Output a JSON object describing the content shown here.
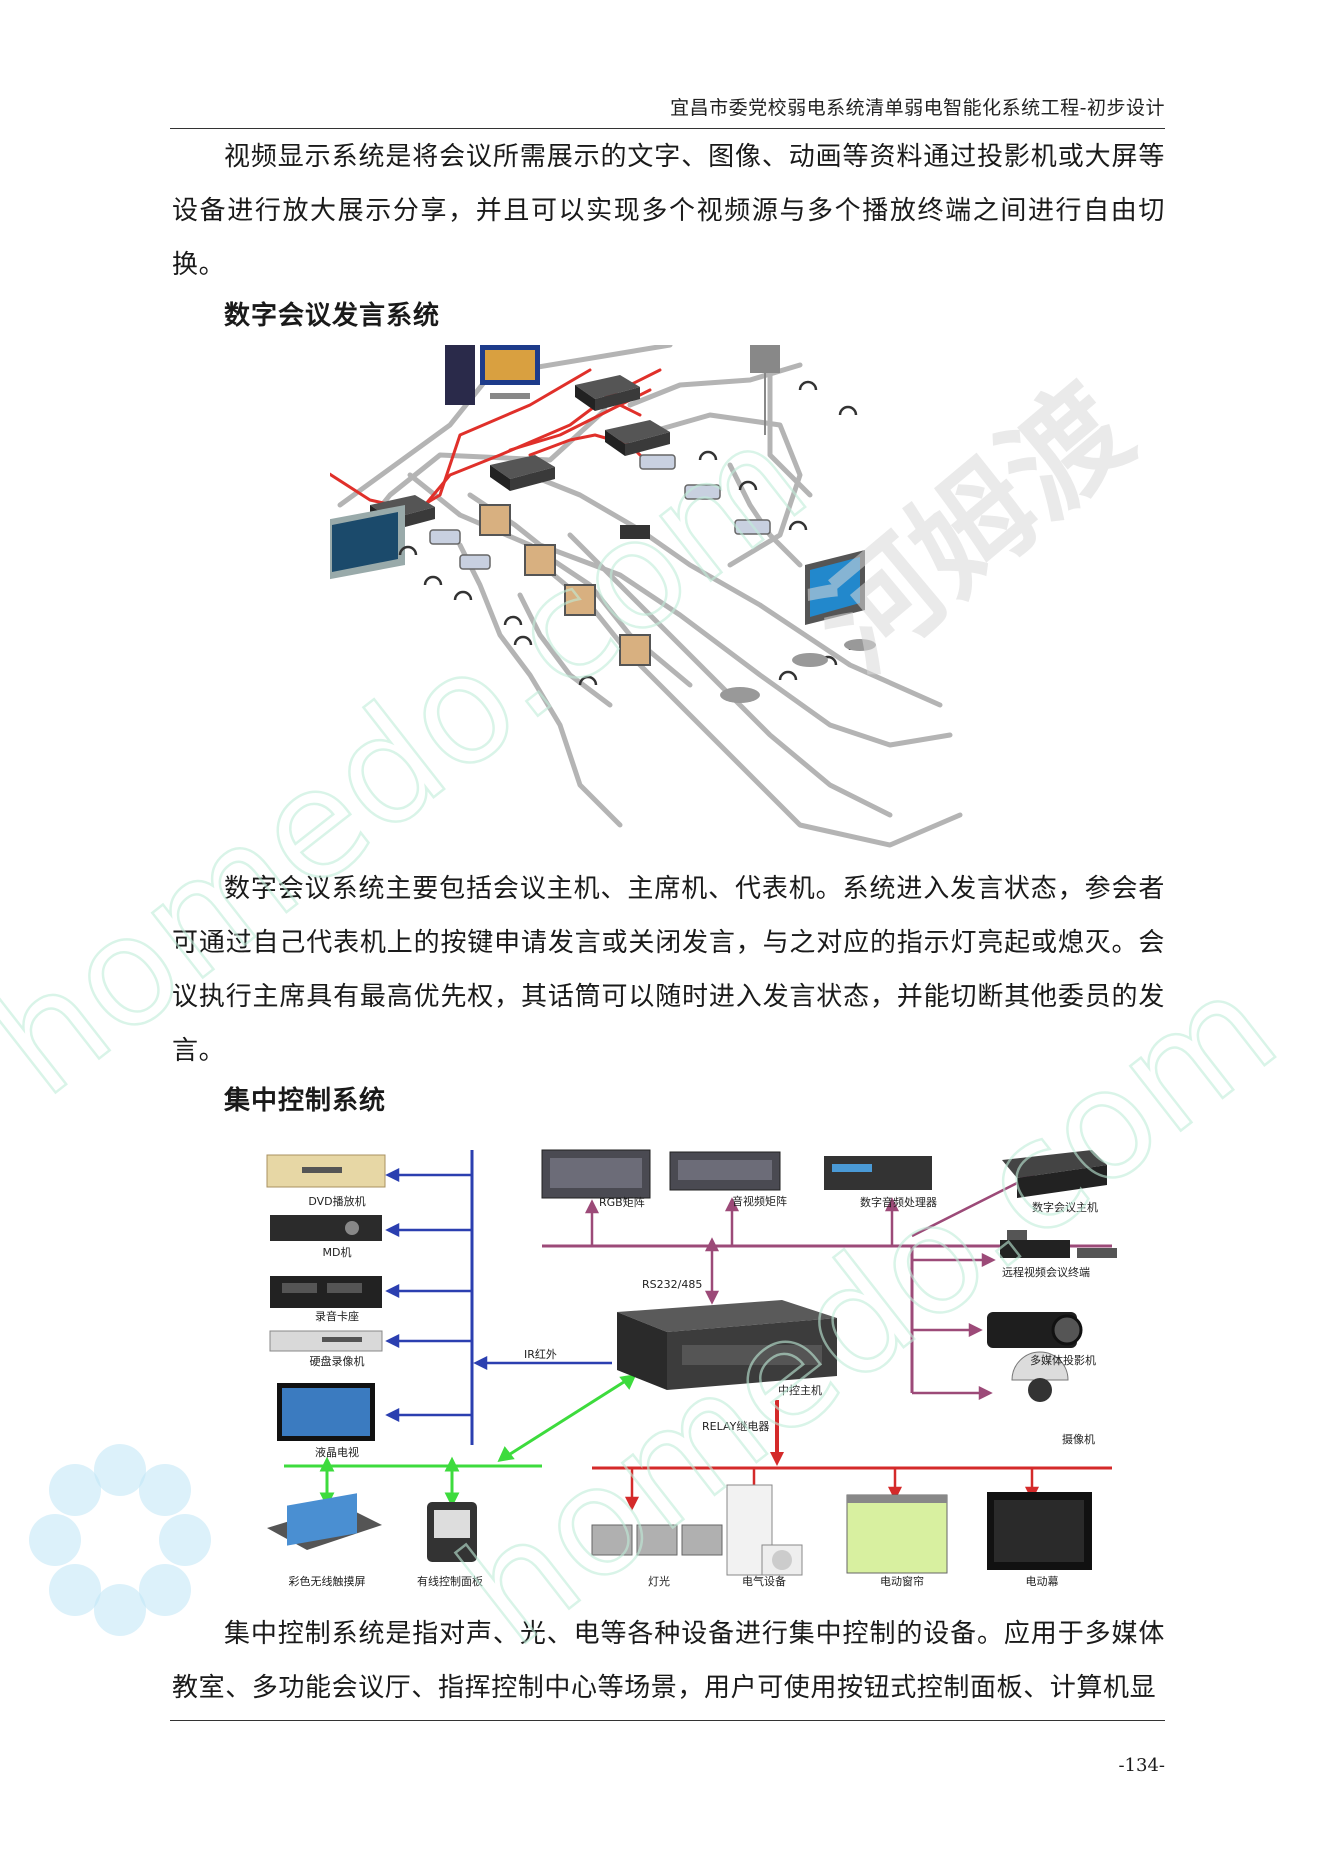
{
  "header": {
    "title": "宜昌市委党校弱电系统清单弱电智能化系统工程-初步设计"
  },
  "content": {
    "para1": "视频显示系统是将会议所需展示的文字、图像、动画等资料通过投影机或大屏等设备进行放大展示分享，并且可以实现多个视频源与多个播放终端之间进行自由切换。",
    "heading1": "数字会议发言系统",
    "para2": "数字会议系统主要包括会议主机、主席机、代表机。系统进入发言状态，参会者可通过自己代表机上的按键申请发言或关闭发言，与之对应的指示灯亮起或熄灭。会议执行主席具有最高优先权，其话筒可以随时进入发言状态，并能切断其他委员的发言。",
    "heading2": "集中控制系统",
    "para3": "集中控制系统是指对声、光、电等各种设备进行集中控制的设备。应用于多媒体教室、多功能会议厅、指挥控制中心等场景，用户可使用按钮式控制面板、计算机显"
  },
  "diagram2": {
    "left_devices": [
      "DVD播放机",
      "MD机",
      "录音卡座",
      "硬盘录像机",
      "液晶电视"
    ],
    "top_devices": [
      "RGB矩阵",
      "音视频矩阵",
      "数字音频处理器"
    ],
    "right_devices": [
      "数字会议主机",
      "远程视频会议终端",
      "多媒体投影机",
      "摄像机"
    ],
    "bottom_left_devices": [
      "彩色无线触摸屏",
      "有线控制面板"
    ],
    "bottom_right_devices": [
      "灯光",
      "电气设备",
      "电动窗帘",
      "电动幕"
    ],
    "link_labels": {
      "rs232": "RS232/485",
      "ir": "IR红外",
      "controller": "中控主机",
      "relay": "RELAY继电器"
    }
  },
  "watermark": {
    "brand": "河姆渡",
    "site": "homedo.com"
  },
  "footer": {
    "page_number": "-134-"
  }
}
